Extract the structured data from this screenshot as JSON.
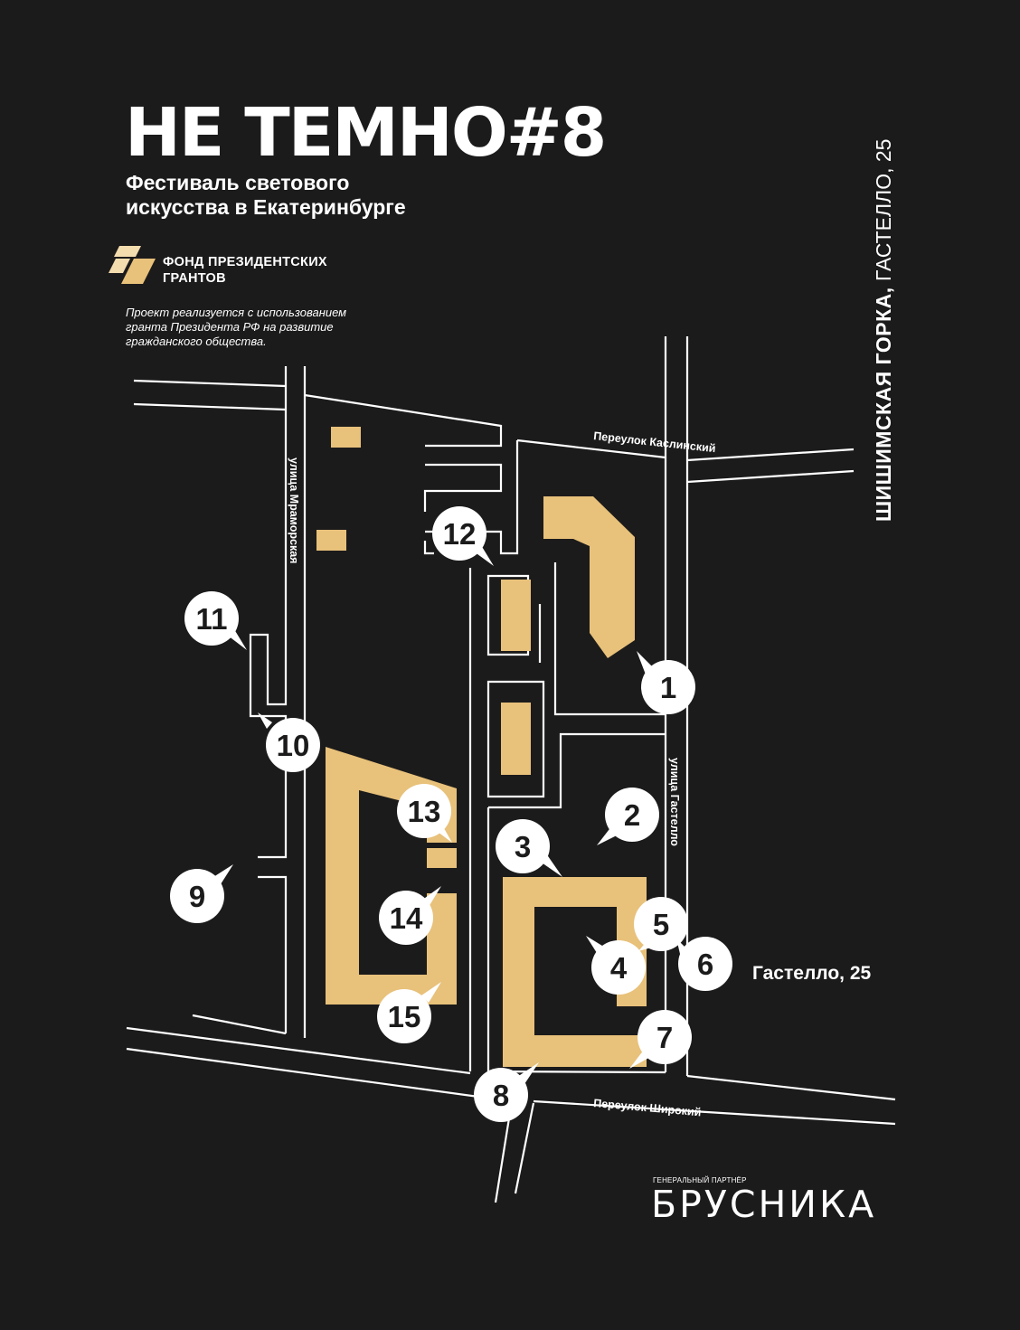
{
  "header": {
    "title": "НЕ ТЕМНО#8",
    "subtitle_line1": "Фестиваль светового",
    "subtitle_line2": "искусства в Екатеринбурге"
  },
  "fund": {
    "name_line1": "ФОНД ПРЕЗИДЕНТСКИХ",
    "name_line2": "ГРАНТОВ",
    "note_line1": "Проект реализуется с использованием",
    "note_line2": "гранта Президента РФ на развитие",
    "note_line3": "гражданского общества."
  },
  "location": {
    "district": "ШИШИМСКАЯ ГОРКА,",
    "address": "ГАСТЕЛЛО, 25"
  },
  "streets": {
    "kaslinsky": "Переулок Каслинский",
    "shiroky": "Переулок Широкий",
    "mramorskaya": "улица Мраморская",
    "gastello": "улица Гастелло"
  },
  "address_label": "Гастелло, 25",
  "pins": [
    "1",
    "2",
    "3",
    "4",
    "5",
    "6",
    "7",
    "8",
    "9",
    "10",
    "11",
    "12",
    "13",
    "14",
    "15"
  ],
  "partner": {
    "label": "ГЕНЕРАЛЬНЫЙ ПАРТНЁР",
    "name": "БРУСНИКА"
  },
  "colors": {
    "background": "#1c1b1b",
    "building": "#e8c17a",
    "road": "#ffffff",
    "logo_light": "#f3dcae"
  }
}
